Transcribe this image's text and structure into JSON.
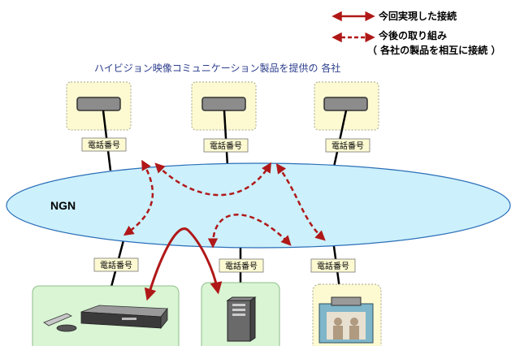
{
  "legend": {
    "solid_label": "今回実現した接続",
    "dashed_label_line1": "今後の取り組み",
    "dashed_label_line2": "（ 各社の製品を相互に接続 ）"
  },
  "caption": "ハイビジョン映像コミュニケーション製品を提供の 各社",
  "network_label": "NGN",
  "phone_number_label": "電話番号",
  "colors": {
    "arrow": "#b01818",
    "cloud_fill": "#ccf0fc",
    "cloud_stroke": "#2b6fb8",
    "top_box_fill": "#fdfad2",
    "bottom_box_fill": "#d9f5d4",
    "device_gray": "#8c8c8c"
  },
  "icons": {
    "top_devices": "display-panel-icon",
    "bottom_left": "set-top-box-icon",
    "bottom_center": "desktop-tower-icon",
    "bottom_right": "video-screen-icon"
  }
}
